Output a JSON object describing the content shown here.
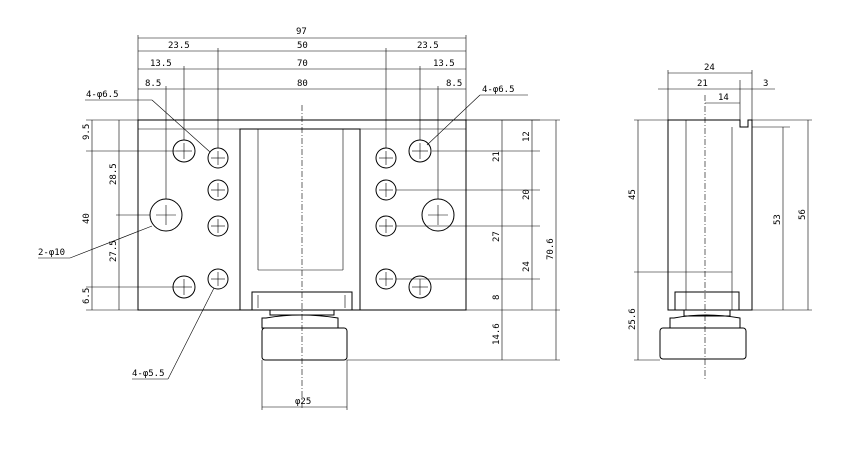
{
  "front_view": {
    "top_dims": [
      "97",
      "23.5",
      "50",
      "23.5",
      "13.5",
      "70",
      "13.5",
      "8.5",
      "80",
      "8.5"
    ],
    "left_dims": [
      "9.5",
      "28.5",
      "40",
      "27.5",
      "6.5"
    ],
    "right_dims": [
      "12",
      "21",
      "20",
      "27",
      "24",
      "8",
      "14.6"
    ],
    "overall_height": "70.6",
    "callouts": {
      "hole_left_top": "4-φ6.5",
      "hole_right_top": "4-φ6.5",
      "hole_large": "2-φ10",
      "hole_small": "4-φ5.5"
    },
    "knob_diameter": "φ25"
  },
  "side_view": {
    "top_dims": [
      "24",
      "21",
      "3",
      "14"
    ],
    "left_dims": [
      "45",
      "25.6"
    ],
    "right_dims": [
      "53",
      "56"
    ]
  }
}
